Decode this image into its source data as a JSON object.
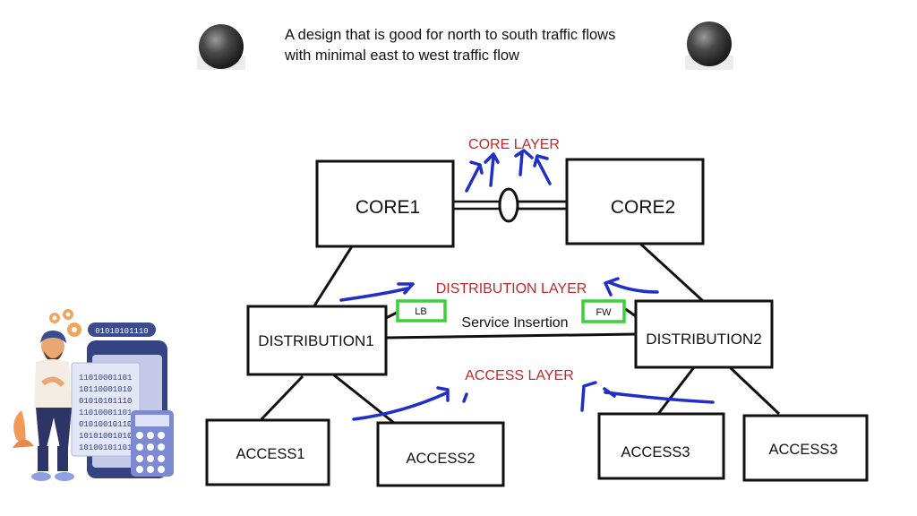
{
  "slide": {
    "headline_line1": "A design that is good for north to south traffic flows",
    "headline_line2": "with minimal east to west traffic flow"
  },
  "diagram": {
    "layers": {
      "core": "CORE LAYER",
      "distribution": "DISTRIBUTION LAYER",
      "access": "ACCESS LAYER"
    },
    "nodes": {
      "core1": "CORE1",
      "core2": "CORE2",
      "distribution1": "DISTRIBUTION1",
      "distribution2": "DISTRIBUTION2",
      "access1": "ACCESS1",
      "access2": "ACCESS2",
      "access3_left": "ACCESS3",
      "access3_right": "ACCESS3"
    },
    "services": {
      "lb": "LB",
      "fw": "FW",
      "insertion_label": "Service Insertion"
    }
  },
  "illustration": {
    "binary_tag": "01010101110",
    "binary_rows": [
      "11010001101",
      "10110001010",
      "01010101110",
      "11010001101",
      "01010010110",
      "10101001010",
      "10100101101"
    ]
  },
  "colors": {
    "layer_label": "#c0282d",
    "arrow": "#1f2fc8",
    "service_box": "#3ad13a",
    "line": "#111111"
  }
}
